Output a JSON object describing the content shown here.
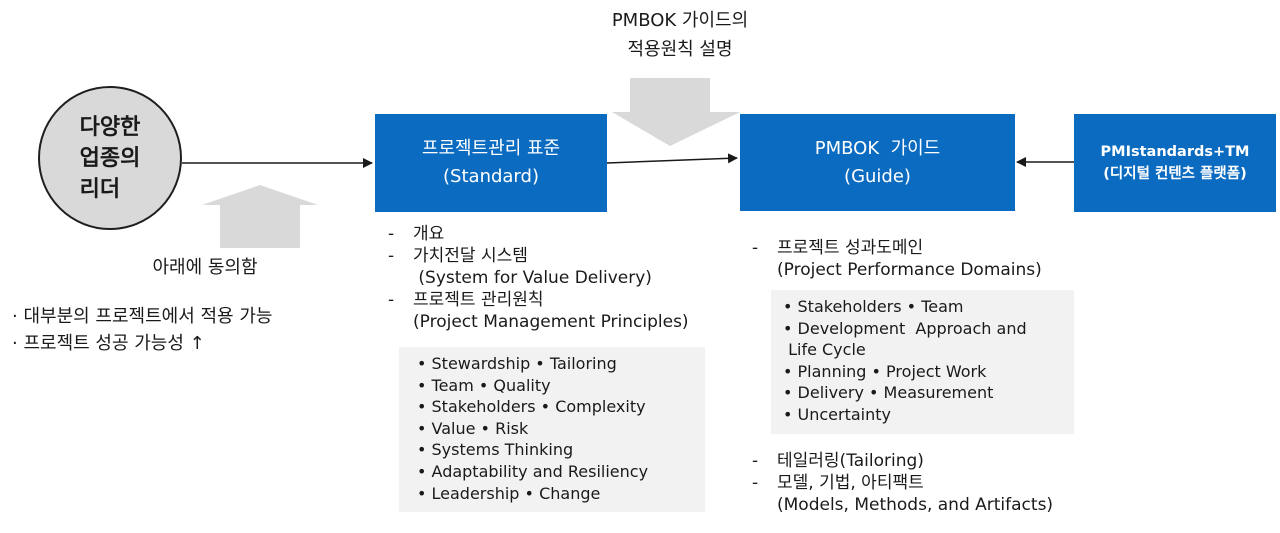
{
  "leader_circle": {
    "lines": [
      "다양한",
      "업종의",
      "리더"
    ]
  },
  "top_caption": {
    "line1": "PMBOK 가이드의",
    "line2": "적용원칙 설명"
  },
  "agree_label": "아래에 동의함",
  "left_bullets": [
    "· 대부분의 프로젝트에서 적용 가능",
    "· 프로젝트 성공 가능성 ↑"
  ],
  "standard_box": {
    "title": "프로젝트관리 표준",
    "subtitle": "(Standard)"
  },
  "guide_box": {
    "title": "PMBOK  가이드",
    "subtitle": "(Guide)"
  },
  "pmi_box": {
    "title": "PMIstandards+TM",
    "subtitle": "(디지털 컨텐츠 플랫폼)"
  },
  "standard_list": {
    "item1": "개요",
    "item2": "가치전달 시스템",
    "item2_sub": " (System for Value Delivery)",
    "item3": "프로젝트 관리원칙",
    "item3_sub": "(Project Management Principles)"
  },
  "principles": [
    "• Stewardship • Tailoring",
    "• Team • Quality",
    "• Stakeholders • Complexity",
    "• Value • Risk",
    "• Systems Thinking",
    "• Adaptability and Resiliency",
    "• Leadership • Change"
  ],
  "guide_list": {
    "item1": "프로젝트 성과도메인",
    "item1_sub": "(Project Performance Domains)",
    "item2": "테일러링(Tailoring)",
    "item3": "모델, 기법, 아티팩트",
    "item3_sub": "(Models, Methods, and Artifacts)"
  },
  "domains": [
    "• Stakeholders • Team",
    "• Development  Approach and",
    " Life Cycle",
    "• Planning • Project Work",
    "• Delivery • Measurement",
    "• Uncertainty"
  ],
  "colors": {
    "box_blue": "#0a6bc0",
    "gray_panel": "#f2f2f2",
    "block_arrow": "#d9d9d9"
  }
}
